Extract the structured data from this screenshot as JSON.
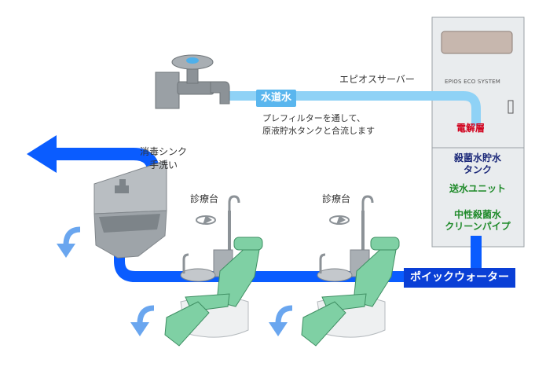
{
  "labels": {
    "server_title": "エピオスサーバー",
    "tap_water": "水道水",
    "filter_note_1": "プレフィルターを通して、",
    "filter_note_2": "原液貯水タンクと合流します",
    "sink_1": "消毒シンク",
    "sink_2": "手洗い",
    "unit_1": "診療台",
    "unit_2": "診療台",
    "poic_water": "ポイックウォーター"
  },
  "server": {
    "brand": "EPIOS ECO SYSTEM",
    "components": [
      {
        "label": "電解層"
      },
      {
        "label_1": "殺菌水貯水",
        "label_2": "タンク"
      },
      {
        "label": "送水ユニット"
      },
      {
        "label_1": "中性殺菌水",
        "label_2": "クリーンパイプ"
      }
    ]
  },
  "colors": {
    "tap_pipe": "#8fd2f6",
    "main_pipe": "#0a5cff",
    "drain_arrow": "#6aa6ef",
    "chair_green": "#7fd0a4",
    "red_text": "#d1001c",
    "navy_text": "#1d2a7a",
    "green_text": "#1f8a2a"
  }
}
